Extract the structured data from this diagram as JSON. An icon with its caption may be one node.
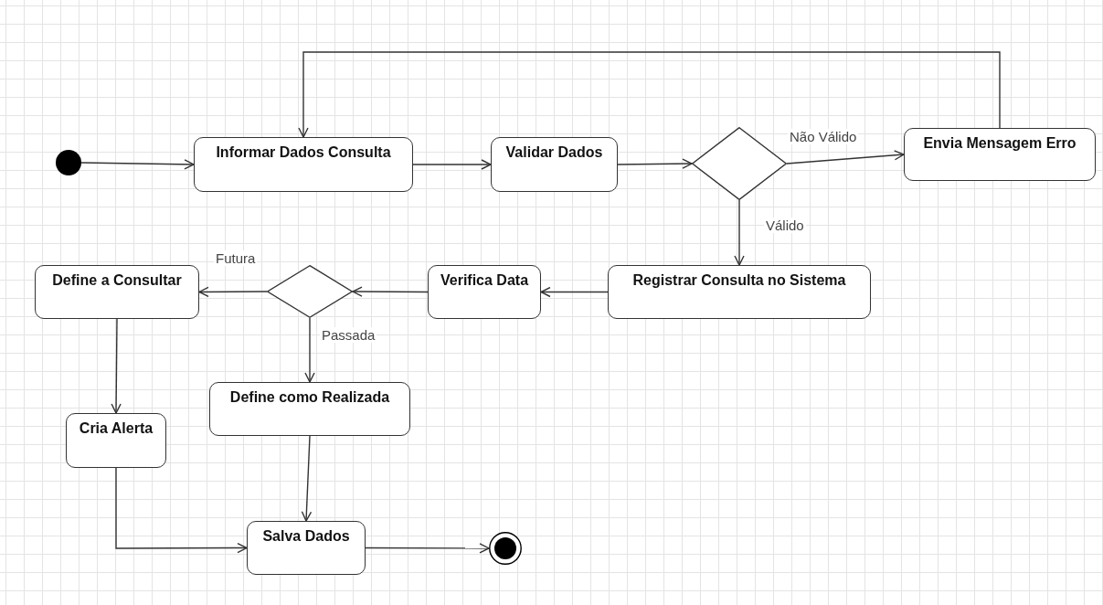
{
  "diagram": {
    "nodes": [
      {
        "text": [],
        "shape": "circle"
      },
      {
        "text": [
          "Informar Dados Consulta"
        ]
      },
      {
        "text": [
          "Validar Dados"
        ]
      },
      {
        "text": [],
        "shape": "diamond"
      },
      {
        "text": [
          "Envia Mensagem Erro"
        ]
      },
      {
        "text": [
          "Registrar Consulta no Sistema"
        ]
      },
      {
        "text": [
          "Verifica Data"
        ]
      },
      {
        "text": [],
        "shape": "diamond"
      },
      {
        "text": [
          "Define a Consultar"
        ]
      },
      {
        "text": [
          "Define como Realizada"
        ]
      },
      {
        "text": [
          "Cria Alerta"
        ]
      },
      {
        "text": [
          "Salva Dados"
        ]
      },
      {
        "text": [],
        "shape": "bullseye"
      }
    ],
    "edges": [
      {
        "from": 0,
        "to": 1,
        "arrow": "to"
      },
      {
        "from": 1,
        "to": 2,
        "arrow": "to"
      },
      {
        "from": 2,
        "to": 3,
        "arrow": "to"
      },
      {
        "from": 3,
        "to": 4,
        "arrow": "to",
        "label": "Não Válido"
      },
      {
        "from": 4,
        "to": 1,
        "arrow": "to"
      },
      {
        "from": 3,
        "to": 5,
        "arrow": "to",
        "label": "Válido"
      },
      {
        "from": 5,
        "to": 6,
        "arrow": "to"
      },
      {
        "from": 6,
        "to": 7,
        "arrow": "to"
      },
      {
        "from": 7,
        "to": 8,
        "arrow": "to",
        "label": "Futura"
      },
      {
        "from": 7,
        "to": 9,
        "arrow": "to",
        "label": "Passada"
      },
      {
        "from": 8,
        "to": 10,
        "arrow": "to"
      },
      {
        "from": 9,
        "to": 11,
        "arrow": "to"
      },
      {
        "from": 10,
        "to": 11,
        "arrow": "to"
      },
      {
        "from": 11,
        "to": 12,
        "arrow": "to"
      }
    ]
  }
}
